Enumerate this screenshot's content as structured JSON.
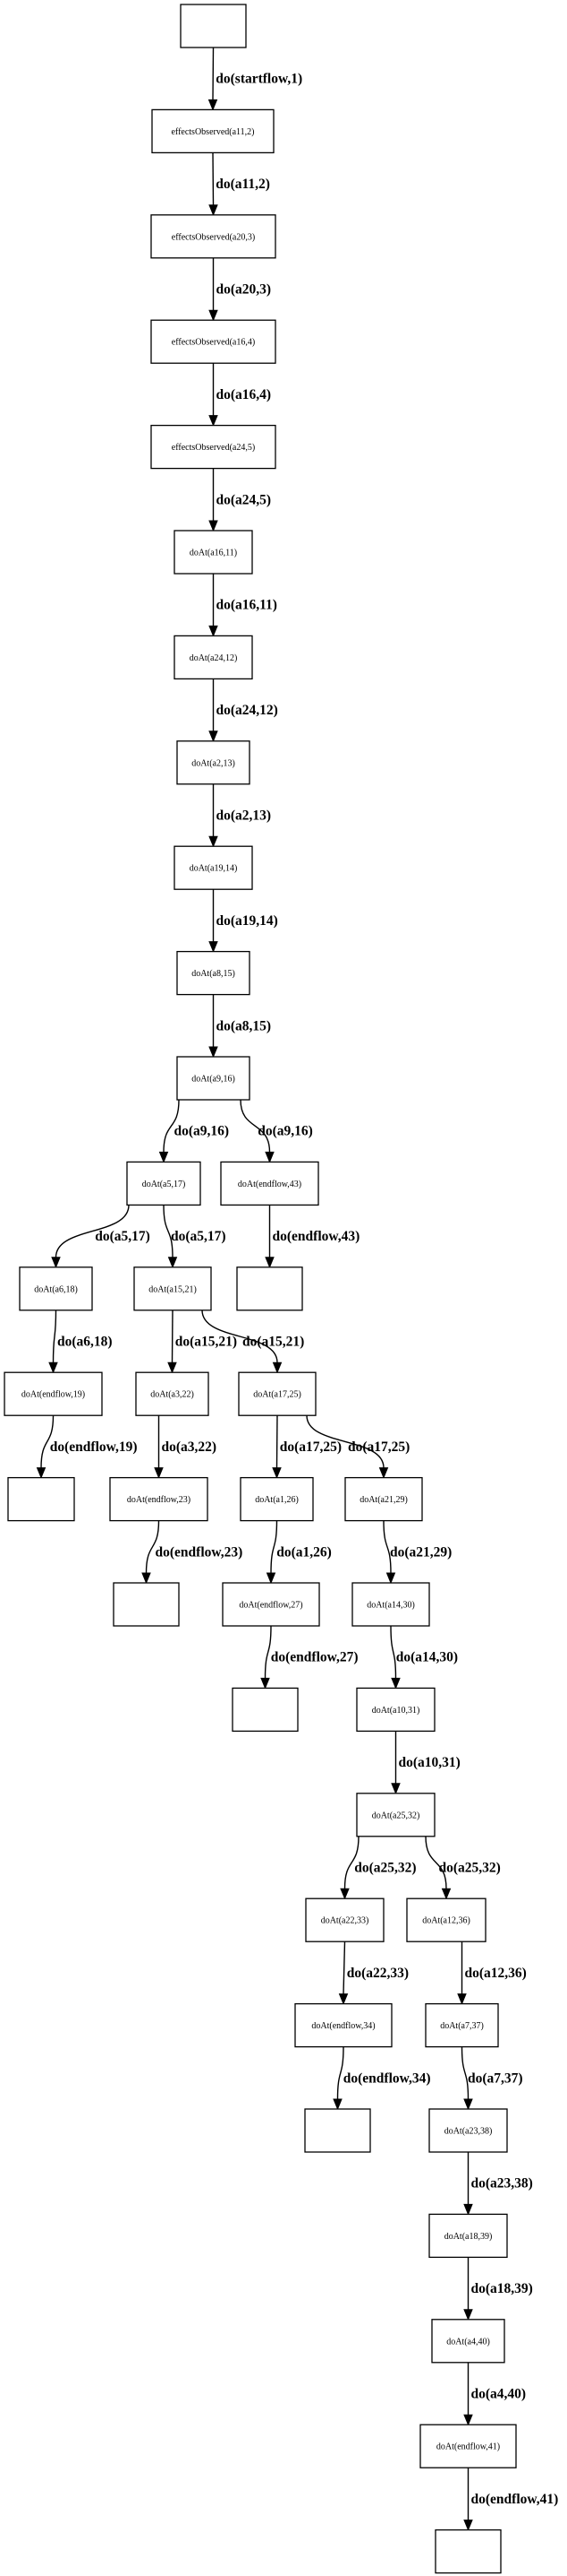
{
  "graph": {
    "nodes": [
      {
        "id": "s0",
        "label": ""
      },
      {
        "id": "n1",
        "label": "effectsObserved(a11,2)"
      },
      {
        "id": "n2",
        "label": "effectsObserved(a20,3)"
      },
      {
        "id": "n3",
        "label": "effectsObserved(a16,4)"
      },
      {
        "id": "n4",
        "label": "effectsObserved(a24,5)"
      },
      {
        "id": "n5",
        "label": "doAt(a16,11)"
      },
      {
        "id": "n6",
        "label": "doAt(a24,12)"
      },
      {
        "id": "n7",
        "label": "doAt(a2,13)"
      },
      {
        "id": "n8",
        "label": "doAt(a19,14)"
      },
      {
        "id": "n9",
        "label": "doAt(a8,15)"
      },
      {
        "id": "n10",
        "label": "doAt(a9,16)"
      },
      {
        "id": "n11",
        "label": "doAt(a5,17)"
      },
      {
        "id": "n12",
        "label": "doAt(endflow,43)"
      },
      {
        "id": "n13",
        "label": "doAt(a6,18)"
      },
      {
        "id": "n14",
        "label": "doAt(a15,21)"
      },
      {
        "id": "e1",
        "label": ""
      },
      {
        "id": "n15",
        "label": "doAt(endflow,19)"
      },
      {
        "id": "n16",
        "label": "doAt(a3,22)"
      },
      {
        "id": "n17",
        "label": "doAt(a17,25)"
      },
      {
        "id": "e2",
        "label": ""
      },
      {
        "id": "n18",
        "label": "doAt(endflow,23)"
      },
      {
        "id": "n19",
        "label": "doAt(a1,26)"
      },
      {
        "id": "n20",
        "label": "doAt(a21,29)"
      },
      {
        "id": "e3",
        "label": ""
      },
      {
        "id": "n21",
        "label": "doAt(endflow,27)"
      },
      {
        "id": "n22",
        "label": "doAt(a14,30)"
      },
      {
        "id": "e4",
        "label": ""
      },
      {
        "id": "n23",
        "label": "doAt(a10,31)"
      },
      {
        "id": "n24",
        "label": "doAt(a25,32)"
      },
      {
        "id": "n25",
        "label": "doAt(a22,33)"
      },
      {
        "id": "n26",
        "label": "doAt(a12,36)"
      },
      {
        "id": "n27",
        "label": "doAt(endflow,34)"
      },
      {
        "id": "n28",
        "label": "doAt(a7,37)"
      },
      {
        "id": "e5",
        "label": ""
      },
      {
        "id": "n29",
        "label": "doAt(a23,38)"
      },
      {
        "id": "n30",
        "label": "doAt(a18,39)"
      },
      {
        "id": "n31",
        "label": "doAt(a4,40)"
      },
      {
        "id": "n32",
        "label": "doAt(endflow,41)"
      },
      {
        "id": "e6",
        "label": ""
      }
    ],
    "edges": [
      {
        "from": "s0",
        "to": "n1",
        "label": "do(startflow,1)"
      },
      {
        "from": "n1",
        "to": "n2",
        "label": "do(a11,2)"
      },
      {
        "from": "n2",
        "to": "n3",
        "label": "do(a20,3)"
      },
      {
        "from": "n3",
        "to": "n4",
        "label": "do(a16,4)"
      },
      {
        "from": "n4",
        "to": "n5",
        "label": "do(a24,5)"
      },
      {
        "from": "n5",
        "to": "n6",
        "label": "do(a16,11)"
      },
      {
        "from": "n6",
        "to": "n7",
        "label": "do(a24,12)"
      },
      {
        "from": "n7",
        "to": "n8",
        "label": "do(a2,13)"
      },
      {
        "from": "n8",
        "to": "n9",
        "label": "do(a19,14)"
      },
      {
        "from": "n9",
        "to": "n10",
        "label": "do(a8,15)"
      },
      {
        "from": "n10",
        "to": "n11",
        "label": "do(a9,16)"
      },
      {
        "from": "n10",
        "to": "n12",
        "label": "do(a9,16)"
      },
      {
        "from": "n11",
        "to": "n13",
        "label": "do(a5,17)"
      },
      {
        "from": "n11",
        "to": "n14",
        "label": "do(a5,17)"
      },
      {
        "from": "n12",
        "to": "e1",
        "label": "do(endflow,43)"
      },
      {
        "from": "n13",
        "to": "n15",
        "label": "do(a6,18)"
      },
      {
        "from": "n14",
        "to": "n16",
        "label": "do(a15,21)"
      },
      {
        "from": "n14",
        "to": "n17",
        "label": "do(a15,21)"
      },
      {
        "from": "n15",
        "to": "e2",
        "label": "do(endflow,19)"
      },
      {
        "from": "n16",
        "to": "n18",
        "label": "do(a3,22)"
      },
      {
        "from": "n17",
        "to": "n19",
        "label": "do(a17,25)"
      },
      {
        "from": "n17",
        "to": "n20",
        "label": "do(a17,25)"
      },
      {
        "from": "n18",
        "to": "e3",
        "label": "do(endflow,23)"
      },
      {
        "from": "n19",
        "to": "n21",
        "label": "do(a1,26)"
      },
      {
        "from": "n20",
        "to": "n22",
        "label": "do(a21,29)"
      },
      {
        "from": "n21",
        "to": "e4",
        "label": "do(endflow,27)"
      },
      {
        "from": "n22",
        "to": "n23",
        "label": "do(a14,30)"
      },
      {
        "from": "n23",
        "to": "n24",
        "label": "do(a10,31)"
      },
      {
        "from": "n24",
        "to": "n25",
        "label": "do(a25,32)"
      },
      {
        "from": "n24",
        "to": "n26",
        "label": "do(a25,32)"
      },
      {
        "from": "n25",
        "to": "n27",
        "label": "do(a22,33)"
      },
      {
        "from": "n26",
        "to": "n28",
        "label": "do(a12,36)"
      },
      {
        "from": "n27",
        "to": "e5",
        "label": "do(endflow,34)"
      },
      {
        "from": "n28",
        "to": "n29",
        "label": "do(a7,37)"
      },
      {
        "from": "n29",
        "to": "n30",
        "label": "do(a23,38)"
      },
      {
        "from": "n30",
        "to": "n31",
        "label": "do(a18,39)"
      },
      {
        "from": "n31",
        "to": "n32",
        "label": "do(a4,40)"
      },
      {
        "from": "n32",
        "to": "e6",
        "label": "do(endflow,41)"
      }
    ]
  }
}
